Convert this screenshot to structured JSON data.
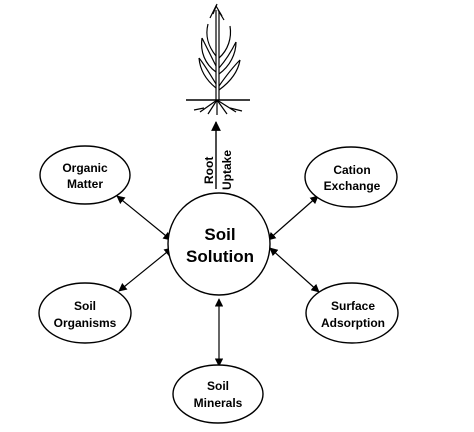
{
  "diagram": {
    "center": {
      "line1": "Soil",
      "line2": "Solution"
    },
    "nodes": {
      "organic_matter": {
        "line1": "Organic",
        "line2": "Matter"
      },
      "cation_exchange": {
        "line1": "Cation",
        "line2": "Exchange"
      },
      "soil_organisms": {
        "line1": "Soil",
        "line2": "Organisms"
      },
      "surface_adsorption": {
        "line1": "Surface",
        "line2": "Adsorption"
      },
      "soil_minerals": {
        "line1": "Soil",
        "line2": "Minerals"
      }
    },
    "uptake": {
      "line1": "Root",
      "line2": "Uptake"
    }
  }
}
